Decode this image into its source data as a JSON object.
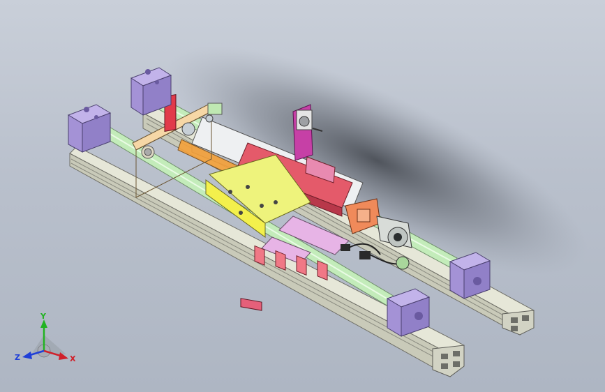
{
  "view": {
    "background_top": "#c9cfd9",
    "background_bottom": "#aeb6c3"
  },
  "triad": {
    "x_label": "X",
    "y_label": "Y",
    "z_label": "Z",
    "x_color": "#d0202a",
    "y_color": "#22b322",
    "z_color": "#1f3fd8"
  },
  "colors": {
    "end_block": "#a492d6",
    "rail": "#d9dac9",
    "rod": "#b9e6b1",
    "yellow_plate": "#f3f04c",
    "red_part": "#e45a6a",
    "magenta_bracket": "#c640a6",
    "orange_block": "#f08a5a",
    "pink_plate": "#e7b4e6",
    "motor": "#d8dcd8"
  }
}
